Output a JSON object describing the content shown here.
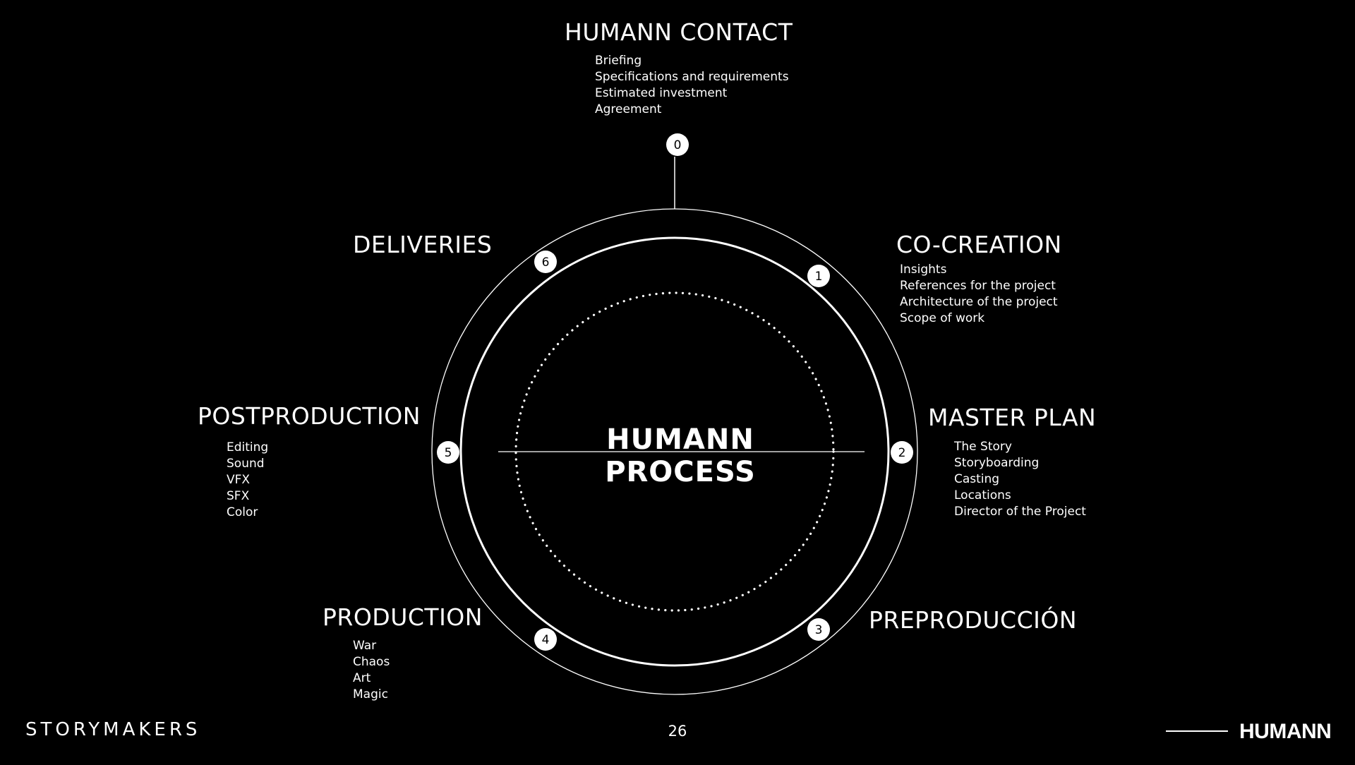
{
  "center": {
    "line1": "HUMANN",
    "line2": "PROCESS"
  },
  "stages": [
    {
      "number": "0",
      "title": "HUMANN CONTACT",
      "items": [
        "Briefing",
        "Specifications and requirements",
        "Estimated investment",
        "Agreement"
      ]
    },
    {
      "number": "1",
      "title": "CO-CREATION",
      "items": [
        "Insights",
        "References for the project",
        "Architecture of the project",
        "Scope of work"
      ]
    },
    {
      "number": "2",
      "title": "MASTER PLAN",
      "items": [
        "The Story",
        "Storyboarding",
        "Casting",
        "Locations",
        "Director of the Project"
      ]
    },
    {
      "number": "3",
      "title": "PREPRODUCCIÓN",
      "items": []
    },
    {
      "number": "4",
      "title": "PRODUCTION",
      "items": [
        "War",
        "Chaos",
        "Art",
        "Magic"
      ]
    },
    {
      "number": "5",
      "title": "POSTPRODUCTION",
      "items": [
        "Editing",
        "Sound",
        "VFX",
        "SFX",
        "Color"
      ]
    },
    {
      "number": "6",
      "title": "DELIVERIES",
      "items": []
    }
  ],
  "footer": {
    "brand": "STORYMAKERS",
    "page_number": "26",
    "logo": "HUMANN"
  },
  "colors": {
    "background": "#000000",
    "foreground": "#ffffff"
  }
}
